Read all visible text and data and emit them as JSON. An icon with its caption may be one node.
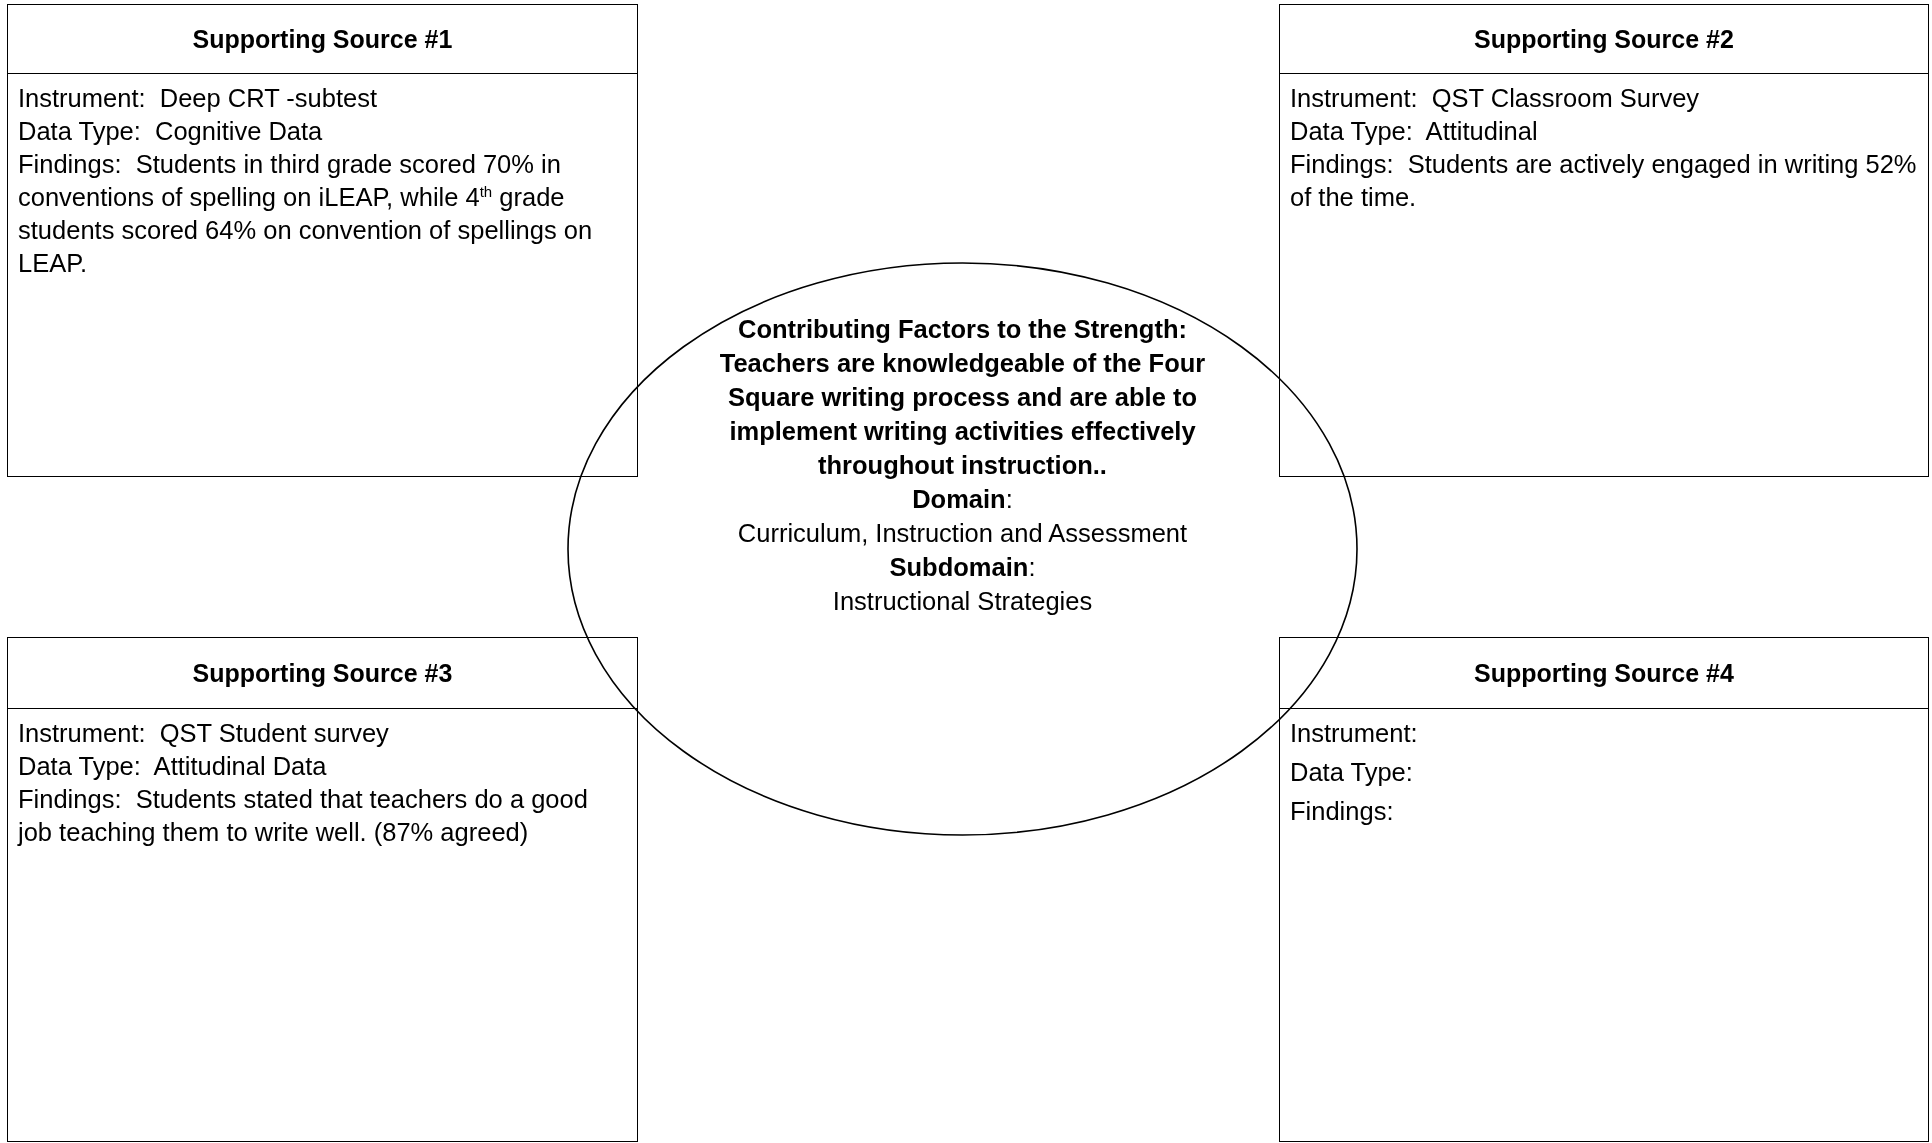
{
  "diagram": {
    "nodes": [
      {
        "text": [
          "Supporting Source #1",
          "Instrument:  Deep CRT -subtest",
          "Data Type:  Cognitive Data",
          "Findings:  Students in third grade scored 70% in conventions of spelling on iLEAP, while 4$^{th}$ grade students scored 64% on convention of spellings on LEAP."
        ]
      },
      {
        "text": [
          "Supporting Source #2",
          "Instrument:  QST Classroom Survey",
          "Data Type:  Attitudinal",
          "Findings:  Students are actively engaged in writing 52% of the time."
        ]
      },
      {
        "text": [
          "**Contributing Factors to the Strength: Teachers are knowledgeable of the Four Square writing process and are able to implement writing activities effectively throughout instruction..**",
          "**Domain**:",
          "Curriculum, Instruction and Assessment",
          "**Subdomain**:",
          "Instructional Strategies"
        ]
      },
      {
        "text": [
          "Supporting Source #3",
          "Instrument:  QST Student survey",
          "Data Type:  Attitudinal Data",
          "Findings:  Students stated that teachers do a good job teaching them to write well. (87% agreed)"
        ]
      },
      {
        "text": [
          "Supporting Source #4",
          "Instrument:",
          "Data Type:",
          "Findings:"
        ]
      }
    ],
    "edges": []
  }
}
